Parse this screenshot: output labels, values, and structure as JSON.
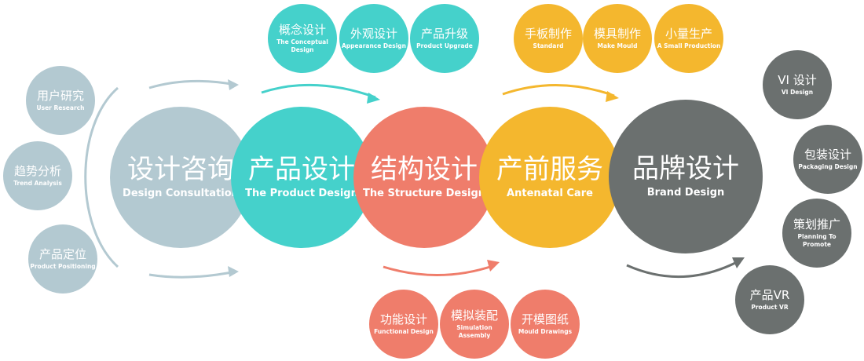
{
  "main": [
    {
      "zh": "设计咨询",
      "en": "Design Consultation",
      "color": "#b3c9d1"
    },
    {
      "zh": "产品设计",
      "en": "The Product Design",
      "color": "#45d1cb"
    },
    {
      "zh": "结构设计",
      "en": "The Structure Design",
      "color": "#ef7d6b"
    },
    {
      "zh": "产前服务",
      "en": "Antenatal Care",
      "color": "#f4b72e"
    },
    {
      "zh": "品牌设计",
      "en": "Brand Design",
      "color": "#6b706f"
    }
  ],
  "consult": [
    {
      "zh": "用户研究",
      "en": "User Research"
    },
    {
      "zh": "趋势分析",
      "en": "Trend Analysis"
    },
    {
      "zh": "产品定位",
      "en": "Product Positioning"
    }
  ],
  "product": [
    {
      "zh": "概念设计",
      "en": "The Conceptual Design"
    },
    {
      "zh": "外观设计",
      "en": "Appearance Design"
    },
    {
      "zh": "产品升级",
      "en": "Product Upgrade"
    }
  ],
  "structure": [
    {
      "zh": "功能设计",
      "en": "Functional Design"
    },
    {
      "zh": "模拟装配",
      "en": "Simulation Assembly"
    },
    {
      "zh": "开模图纸",
      "en": "Mould Drawings"
    }
  ],
  "antenatal": [
    {
      "zh": "手板制作",
      "en": "Standard"
    },
    {
      "zh": "模具制作",
      "en": "Make Mould"
    },
    {
      "zh": "小量生产",
      "en": "A Small Production"
    }
  ],
  "brand": [
    {
      "zh": "VI 设计",
      "en": "VI Design"
    },
    {
      "zh": "包装设计",
      "en": "Packaging Design"
    },
    {
      "zh": "策划推广",
      "en": "Planning To Promote"
    },
    {
      "zh": "产品VR",
      "en": "Product VR"
    }
  ]
}
